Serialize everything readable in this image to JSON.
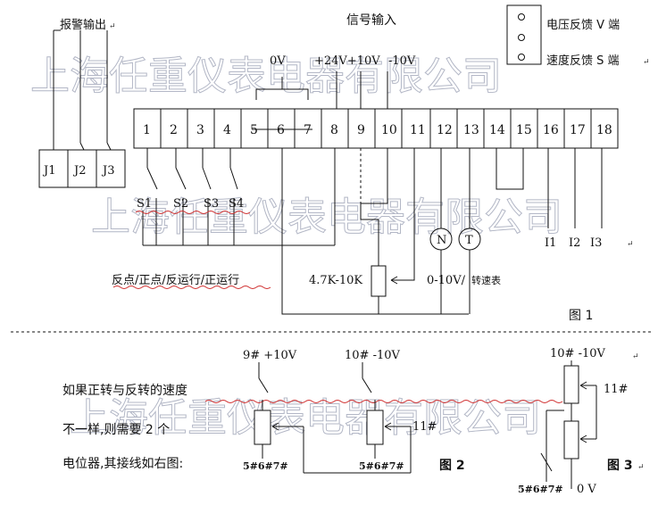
{
  "title": "信号输入",
  "alarm_output": "报警输出",
  "relays": [
    "J1",
    "J2",
    "J3"
  ],
  "voltage_feedback": "电压反馈 V 端",
  "speed_feedback": "速度反馈 S 端",
  "signal_labels": {
    "zero_v": "0V",
    "plus24_10": "+24V+10V",
    "minus10": "-10V"
  },
  "terminals": [
    "1",
    "2",
    "3",
    "4",
    "5",
    "6",
    "7",
    "8",
    "9",
    "10",
    "11",
    "12",
    "13",
    "14",
    "15",
    "16",
    "17",
    "18"
  ],
  "switches": [
    "S1",
    "S2",
    "S3",
    "S4"
  ],
  "meters": [
    "N",
    "T"
  ],
  "outputs": [
    "I1",
    "I2",
    "I3"
  ],
  "switch_caption": "反点/正点/反运行/正运行",
  "pot_caption": "4.7K-10K",
  "meter_caption_a": "0-10V/",
  "meter_caption_b": "转速表",
  "figure1": "图 1",
  "figure2": "图 2",
  "figure3": "图 3",
  "desc_line1": "如果正转与反转的速度",
  "desc_line2": "不一样,则需要 2 个",
  "desc_line3": "电位器,其接线如右图:",
  "fig2_label_a": "9# +10V",
  "fig2_label_b": "10# -10V",
  "fig2_label_c": "11#",
  "fig2_common": "5#6#7#",
  "fig3_label_a": "10# -10V",
  "fig3_label_b": "11#",
  "fig3_common": "5#6#7#",
  "fig3_zero": "0 V",
  "watermark": "上海任重仪表电器有限公司",
  "return_mark": "↵"
}
